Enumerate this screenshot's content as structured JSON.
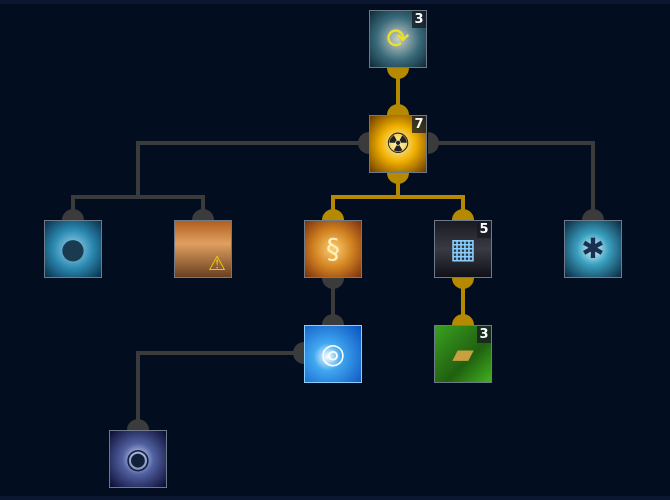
{
  "skill_tree": {
    "colors": {
      "active_line": "#b58a00",
      "inactive_line": "#3b3b3b",
      "background": "#020d1f"
    },
    "nodes": [
      {
        "id": "gold-recycle",
        "badge": "3",
        "icon": "gold-bars-cycle-icon"
      },
      {
        "id": "nuclear",
        "badge": "7",
        "icon": "radiation-icon"
      },
      {
        "id": "blue-orb",
        "icon": "orb-icon"
      },
      {
        "id": "hazard-machine",
        "icon": "hazard-icon"
      },
      {
        "id": "dna",
        "icon": "dna-icon"
      },
      {
        "id": "server-farm",
        "badge": "5",
        "icon": "servers-icon"
      },
      {
        "id": "crystal",
        "icon": "crystal-icon"
      },
      {
        "id": "network",
        "icon": "network-icon"
      },
      {
        "id": "cargo-transfer",
        "badge": "3",
        "icon": "crate-icon"
      },
      {
        "id": "vortex",
        "icon": "vortex-icon"
      }
    ]
  }
}
